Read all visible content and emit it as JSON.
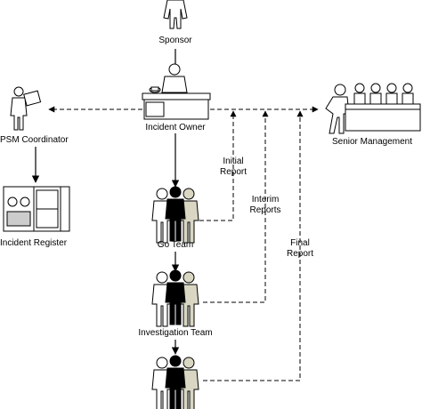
{
  "nodes": {
    "sponsor": "Sponsor",
    "incident_owner": "Incident Owner",
    "psm_coordinator": "PSM Coordinator",
    "incident_register": "Incident Register",
    "senior_management": "Senior Management",
    "go_team": "Go Team",
    "investigation_team": "Investigation Team"
  },
  "reports": {
    "initial": [
      "Initial",
      "Report"
    ],
    "interim": [
      "Interim",
      "Reports"
    ],
    "final": [
      "Final",
      "Report"
    ]
  },
  "colors": {
    "line": "#000000",
    "figure_light": "#ffffff",
    "figure_dark": "#000000",
    "figure_tan": "#d9d6c3"
  }
}
